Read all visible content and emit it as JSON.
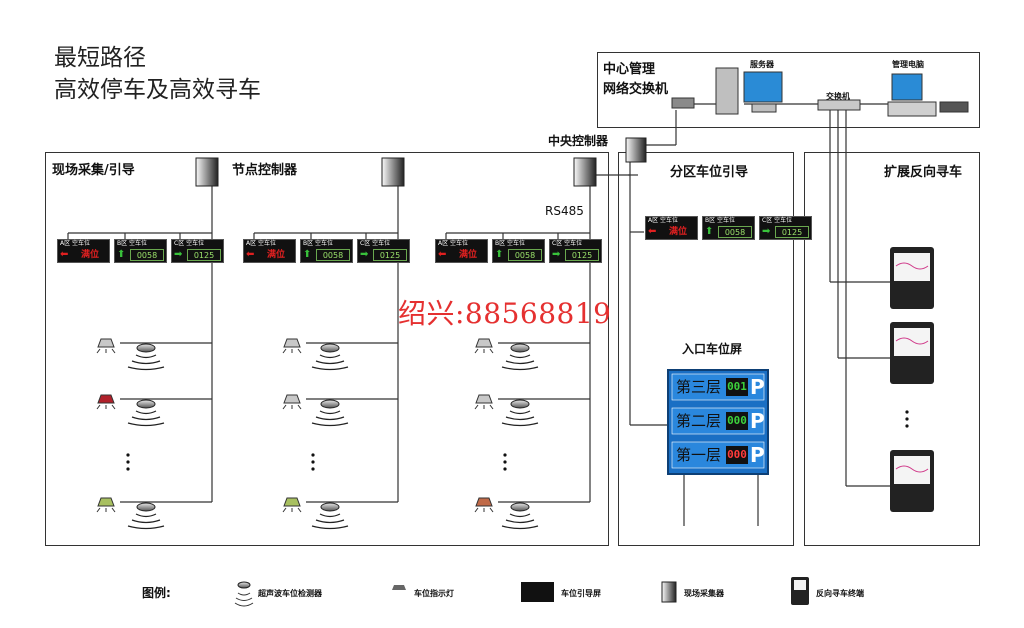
{
  "title": {
    "line1": "最短路径",
    "line2": "高效停车及高效寻车"
  },
  "panels": {
    "field": "现场采集/引导",
    "node_controller": "节点控制器",
    "rs485": "RS485",
    "central_controller": "中央控制器",
    "zone_guide": "分区车位引导",
    "reverse_search": "扩展反向寻车",
    "entrance_screen": "入口车位屏"
  },
  "center": {
    "title": "中心管理",
    "network_switch": "网络交换机",
    "server": "服务器",
    "switch": "交换机",
    "admin_pc": "管理电脑"
  },
  "guide_sign": {
    "zones": [
      "A区 空车位",
      "B区 空车位",
      "C区 空车位"
    ],
    "full": "满位",
    "b_value": "0058",
    "c_value": "0125"
  },
  "entrance_levels": [
    {
      "name": "第三层",
      "count": "001",
      "color": "#3cd13c"
    },
    {
      "name": "第二层",
      "count": "000",
      "color": "#3cd13c"
    },
    {
      "name": "第一层",
      "count": "000",
      "color": "#ff3b3b"
    }
  ],
  "parking_letter": "P",
  "watermark": "绍兴:88568819",
  "legend": {
    "title": "图例:",
    "ultrasonic": "超声波车位检测器",
    "indicator": "车位指示灯",
    "guide_screen": "车位引导屏",
    "collector": "现场采集器",
    "terminal": "反向寻车终端"
  },
  "colors": {
    "sign_blue": "#1a6fc4",
    "sign_bg": "#111111",
    "arrow_red": "#e02020",
    "arrow_green": "#39c23b"
  }
}
